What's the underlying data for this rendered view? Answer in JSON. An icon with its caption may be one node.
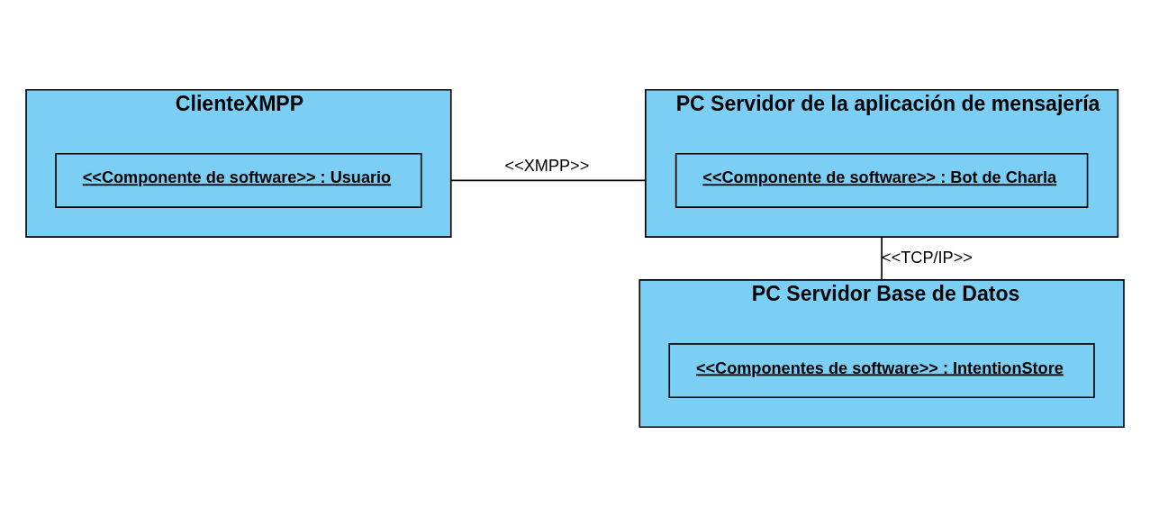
{
  "diagram": {
    "nodes": [
      {
        "text": [
          "ClienteXMPP"
        ]
      },
      {
        "text": [
          "<<Componente de software>> : Usuario"
        ],
        "in": 0
      },
      {
        "text": [
          "PC Servidor de la aplicación de mensajería"
        ]
      },
      {
        "text": [
          "<<Componente de software>> : Bot de Charla"
        ],
        "in": 2
      },
      {
        "text": [
          "PC Servidor Base de Datos"
        ]
      },
      {
        "text": [
          "<<Componentes de software>> : IntentionStore"
        ],
        "in": 4
      }
    ],
    "edges": [
      {
        "from": 0,
        "to": 2,
        "arrow": "none",
        "label": "<<XMPP>>"
      },
      {
        "from": 2,
        "to": 4,
        "arrow": "none",
        "label": "<<TCP/IP>>"
      }
    ]
  }
}
